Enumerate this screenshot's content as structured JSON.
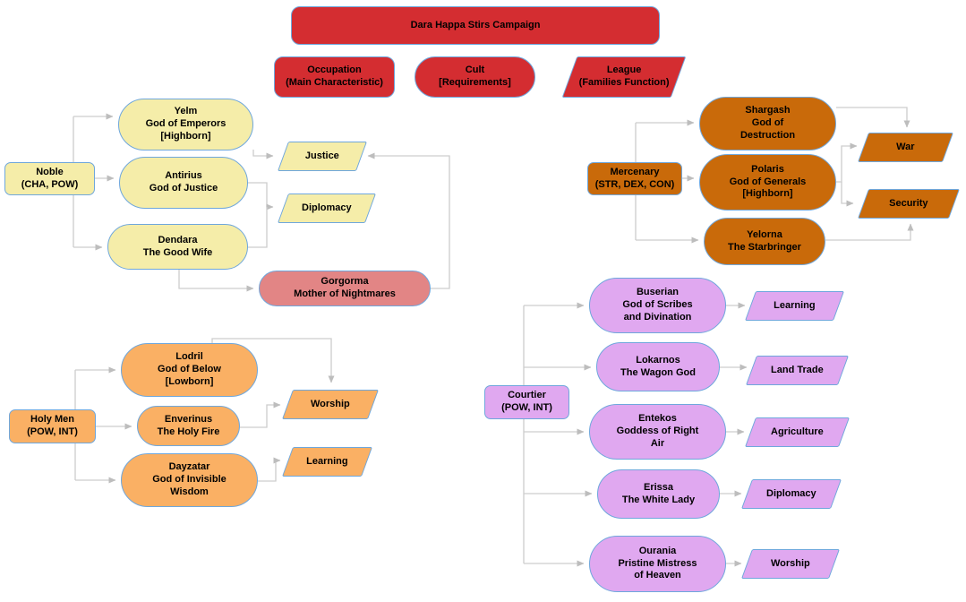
{
  "title": "Dara Happa Stirs Campaign",
  "legend": {
    "occupation": "Occupation\n(Main Characteristic)",
    "cult": "Cult\n[Requirements]",
    "league": "League\n(Families Function)"
  },
  "groups": {
    "noble": {
      "occupation": "Noble\n(CHA, POW)",
      "cults": {
        "yelm": "Yelm\nGod of Emperors\n[Highborn]",
        "antirius": "Antirius\nGod of Justice",
        "dendara": "Dendara\nThe Good Wife",
        "gorgorma": "Gorgorma\nMother of Nightmares"
      },
      "leagues": {
        "justice": "Justice",
        "diplomacy": "Diplomacy"
      }
    },
    "mercenary": {
      "occupation": "Mercenary\n(STR, DEX, CON)",
      "cults": {
        "shargash": "Shargash\nGod of\nDestruction",
        "polaris": "Polaris\nGod of Generals\n[Highborn]",
        "yelorna": "Yelorna\nThe Starbringer"
      },
      "leagues": {
        "war": "War",
        "security": "Security"
      }
    },
    "holy_men": {
      "occupation": "Holy Men\n(POW, INT)",
      "cults": {
        "lodril": "Lodril\nGod of Below\n[Lowborn]",
        "enverinus": "Enverinus\nThe Holy Fire",
        "dayzatar": "Dayzatar\nGod of Invisible\nWisdom"
      },
      "leagues": {
        "worship": "Worship",
        "learning": "Learning"
      }
    },
    "courtier": {
      "occupation": "Courtier\n(POW, INT)",
      "cults": {
        "buserian": "Buserian\nGod of Scribes\nand Divination",
        "lokarnos": "Lokarnos\nThe Wagon God",
        "entekos": "Entekos\nGoddess of Right\nAir",
        "erissa": "Erissa\nThe White Lady",
        "ourania": "Ourania\nPristine Mistress\nof Heaven"
      },
      "leagues": {
        "learning": "Learning",
        "land_trade": "Land Trade",
        "agriculture": "Agriculture",
        "diplomacy": "Diplomacy",
        "worship": "Worship"
      }
    }
  },
  "connections": [
    "Noble → Yelm",
    "Noble → Antirius",
    "Noble → Dendara",
    "Yelm → Justice",
    "Antirius → Diplomacy",
    "Dendara → Diplomacy",
    "Dendara → Gorgorma",
    "Gorgorma → Justice",
    "Mercenary → Shargash",
    "Mercenary → Polaris",
    "Mercenary → Yelorna",
    "Shargash → War",
    "Polaris → War",
    "Polaris → Security",
    "Yelorna → Security",
    "Holy Men → Lodril",
    "Holy Men → Enverinus",
    "Holy Men → Dayzatar",
    "Lodril → Worship",
    "Enverinus → Worship",
    "Dayzatar → Learning",
    "Courtier → Buserian",
    "Courtier → Lokarnos",
    "Courtier → Entekos",
    "Courtier → Erissa",
    "Courtier → Ourania",
    "Buserian → Learning",
    "Lokarnos → Land Trade",
    "Entekos → Agriculture",
    "Erissa → Diplomacy",
    "Ourania → Worship"
  ],
  "colors": {
    "campaign_red": "#d42d31",
    "noble_yellow": "#f5eda9",
    "gorgorma_salmon": "#e28585",
    "mercenary_dark_orange": "#c96a0a",
    "holy_men_orange": "#fab064",
    "courtier_violet": "#e0a8f0",
    "shape_border_blue": "#6fa7dc",
    "connector_gray": "#cdcdcd"
  }
}
